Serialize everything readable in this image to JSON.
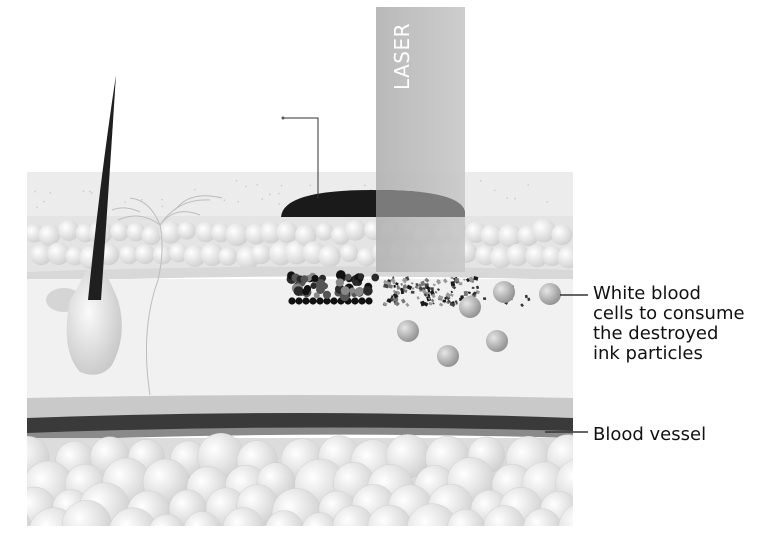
{
  "diagram": {
    "laser_label": "LASER",
    "wbc_label_lines": [
      "White blood",
      "cells to consume",
      "the destroyed",
      "ink particles"
    ],
    "vessel_label": "Blood vessel"
  },
  "colors": {
    "epidermis": "#ececec",
    "dermis": "#f1f1f1",
    "fat": "#e2e2e2",
    "laser_beam": "#bdbdbd",
    "ink": "#1a1a1a",
    "vessel": "#3a3a3a",
    "cell": "#b5b5b5"
  }
}
